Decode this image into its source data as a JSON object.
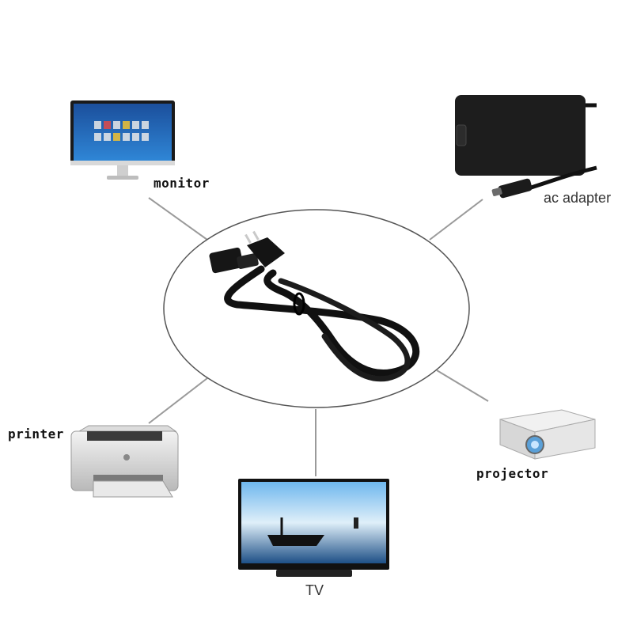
{
  "center": {
    "item": "power-cord"
  },
  "devices": [
    {
      "id": "monitor",
      "label": "monitor"
    },
    {
      "id": "ac-adapter",
      "label": "ac adapter"
    },
    {
      "id": "printer",
      "label": "printer"
    },
    {
      "id": "tv",
      "label": "TV"
    },
    {
      "id": "projector",
      "label": "projector"
    }
  ],
  "colors": {
    "connector_line": "#9a9a9a",
    "ellipse": "#555555",
    "cable": "#111111"
  }
}
